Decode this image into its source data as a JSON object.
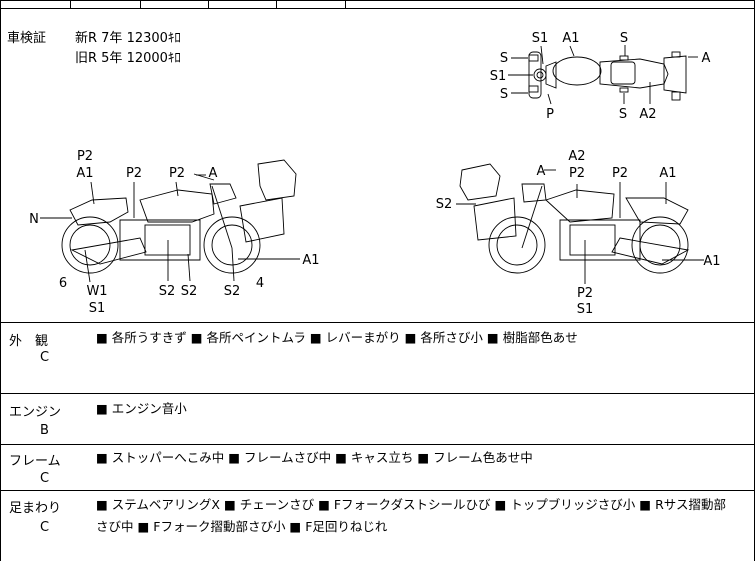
{
  "certificate": {
    "label": "車検証",
    "lines": [
      "新R 7年 12300ｷﾛ",
      "旧R 5年 12000ｷﾛ"
    ]
  },
  "diagram_labels": {
    "top": {
      "s1": "S1",
      "a1": "A1",
      "s_top_right": "S",
      "s_a": "S",
      "s1_b": "S1",
      "s_b": "S",
      "a_right": "A",
      "p": "P",
      "s_bottom": "S",
      "a2": "A2"
    },
    "left": {
      "p2_a": "P2",
      "a1_a": "A1",
      "p2_b": "P2",
      "p2_c": "P2",
      "a_top": "A",
      "n": "N",
      "a1_right": "A1",
      "six": "6",
      "w1": "W1",
      "s1": "S1",
      "s2_a": "S2",
      "s2_b": "S2",
      "s2_c": "S2",
      "four": "4"
    },
    "right": {
      "a2": "A2",
      "a_left": "A",
      "p2_a": "P2",
      "p2_b": "P2",
      "a1_top": "A1",
      "s2_left": "S2",
      "a1_right": "A1",
      "p2_bottom": "P2",
      "s1_bottom": "S1"
    }
  },
  "sections": [
    {
      "title": "外　観",
      "grade": "C",
      "lines": [
        "■ 各所うすきず ■ 各所ペイントムラ ■ レバーまがり ■ 各所さび小 ■ 樹脂部色あせ"
      ]
    },
    {
      "title": "エンジン",
      "grade": "B",
      "lines": [
        "■ エンジン音小"
      ]
    },
    {
      "title": "フレーム",
      "grade": "C",
      "lines": [
        "■ ストッパーへこみ中 ■ フレームさび中 ■ キャス立ち ■ フレーム色あせ中"
      ]
    },
    {
      "title": "足まわり",
      "grade": "C",
      "lines": [
        "■ ステムベアリングX ■ チェーンさび ■ Fフォークダストシールひび ■ トップブリッジさび小 ■ Rサス摺動部",
        "さび中 ■ Fフォーク摺動部さび小 ■ F足回りねじれ"
      ]
    }
  ]
}
